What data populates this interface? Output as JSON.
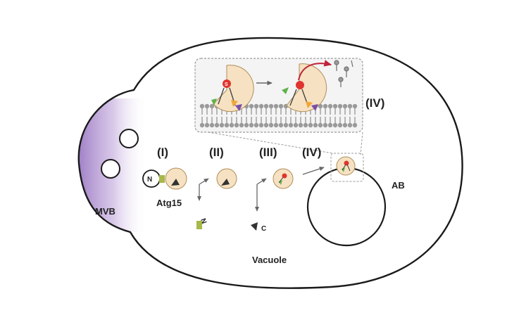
{
  "labels": {
    "mvb": "MVB",
    "vacuole": "Vacuole",
    "ab": "AB",
    "atg15": "Atg15",
    "n_terminal": "N",
    "c_terminal": "C",
    "substrate": "S"
  },
  "steps": {
    "step_1": "(I)",
    "step_2": "(II)",
    "step_3": "(III)",
    "step_4": "(IV)",
    "step_4_inset": "(IV)"
  },
  "colors": {
    "outline": "#1a1a1a",
    "mvb_tint": "#8a63b8",
    "enzyme_fill": "#f6e2c2",
    "enzyme_stroke": "#b08d5a",
    "substrate": "#e0342e",
    "arrow_red": "#c0233a",
    "arrow_grey": "#666666",
    "n_tag": "#a8b84a",
    "membrane": "#9a9a9a"
  }
}
